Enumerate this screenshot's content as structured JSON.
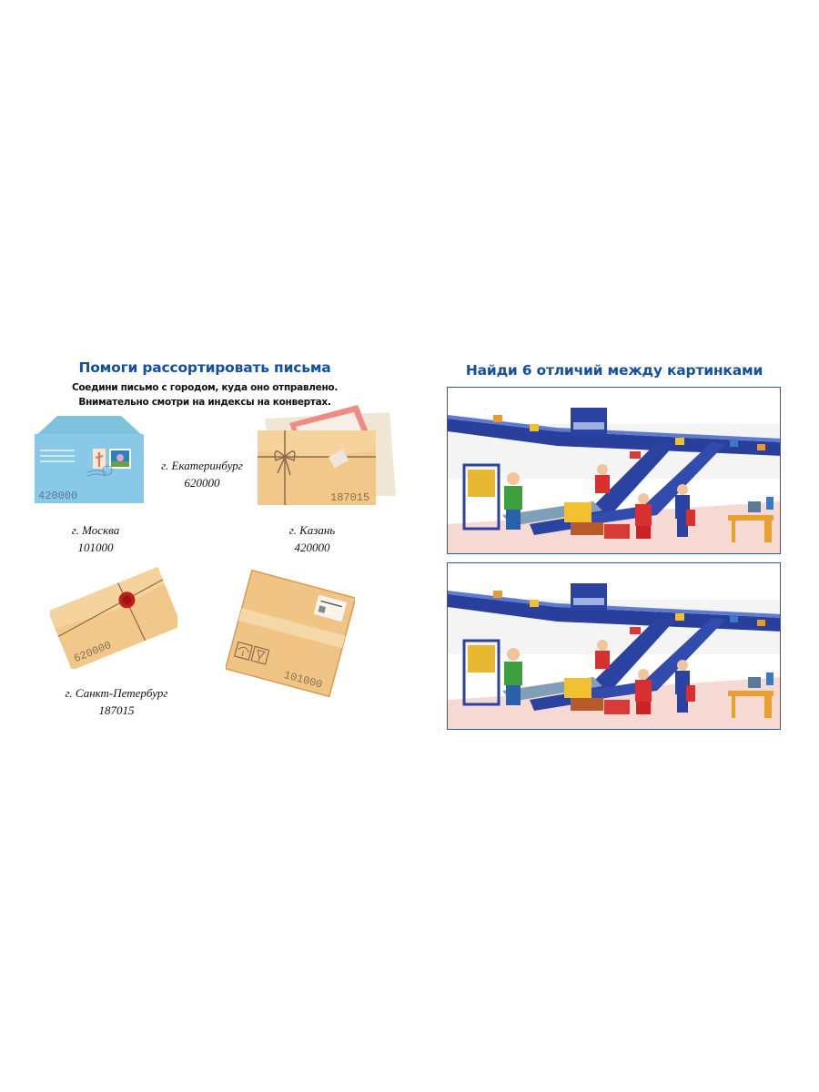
{
  "left_page": {
    "title": "Помоги рассортировать письма",
    "instructions": [
      "Соедини письмо с городом, куда оно отправлено.",
      "Внимательно смотри на индексы на конвертах."
    ],
    "envelopes": [
      {
        "type": "blue-envelope",
        "index": "420000"
      },
      {
        "type": "kraft-envelope-with-bow",
        "index": "187015"
      },
      {
        "type": "envelope-with-wax-seal",
        "index": "620000"
      },
      {
        "type": "parcel-box",
        "index": "101000"
      }
    ],
    "cities": [
      {
        "name": "г. Екатеринбург",
        "index": "620000"
      },
      {
        "name": "г. Москва",
        "index": "101000"
      },
      {
        "name": "г. Казань",
        "index": "420000"
      },
      {
        "name": "г. Санкт-Петербург",
        "index": "187015"
      }
    ]
  },
  "right_page": {
    "title": "Найди 6 отличий между картинками",
    "pictures": [
      "postal-sorting-center-original",
      "postal-sorting-center-modified"
    ]
  },
  "colors": {
    "title_blue": "#1550a0",
    "frame_blue": "#1d5fb0"
  }
}
